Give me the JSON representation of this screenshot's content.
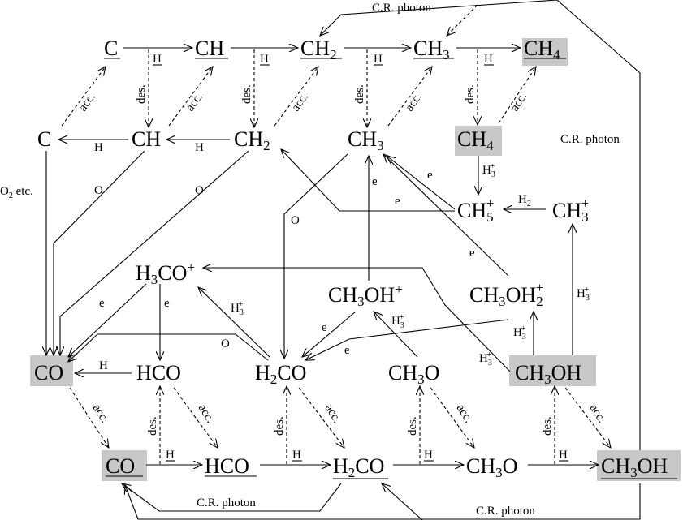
{
  "species": {
    "s_C": "C",
    "s_CH": "CH",
    "s_CH2_base": "CH",
    "s_CH2_sub": "2",
    "s_CH3_base": "CH",
    "s_CH3_sub": "3",
    "s_CH4_base": "CH",
    "s_CH4_sub": "4",
    "g_C": "C",
    "g_CH": "CH",
    "g_CH2_base": "CH",
    "g_CH2_sub": "2",
    "g_CH3_base": "CH",
    "g_CH3_sub": "3",
    "g_CH4_base": "CH",
    "g_CH4_sub": "4",
    "CH5_base": "CH",
    "CH5_sub": "5",
    "CH5_sup": "+",
    "CH3p_base": "CH",
    "CH3p_sub": "3",
    "CH3p_sup": "+",
    "H3CO_a": "H",
    "H3CO_sub": "3",
    "H3CO_b": "CO",
    "H3CO_sup": "+",
    "CH3OHp_a": "CH",
    "CH3OHp_sub": "3",
    "CH3OHp_b": "OH",
    "CH3OHp_sup": "+",
    "CH3OH2_a": "CH",
    "CH3OH2_sub1": "3",
    "CH3OH2_b": "OH",
    "CH3OH2_sub2": "2",
    "CH3OH2_sup": "+",
    "g_CO": "CO",
    "g_HCO": "HCO",
    "g_H2CO_a": "H",
    "g_H2CO_sub": "2",
    "g_H2CO_b": "CO",
    "g_CH3O_a": "CH",
    "g_CH3O_sub": "3",
    "g_CH3O_b": "O",
    "g_CH3OH_a": "CH",
    "g_CH3OH_sub": "3",
    "g_CH3OH_b": "OH",
    "s_CO": "CO",
    "s_HCO": "HCO",
    "s_H2CO_a": "H",
    "s_H2CO_sub": "2",
    "s_H2CO_b": "CO",
    "s_CH3O_a": "CH",
    "s_CH3O_sub": "3",
    "s_CH3O_b": "O",
    "s_CH3OH_a": "CH",
    "s_CH3OH_sub": "3",
    "s_CH3OH_b": "OH"
  },
  "labels": {
    "cr_photon": "C.R. photon",
    "H": "H",
    "des": "des.",
    "acc": "acc.",
    "O": "O",
    "e": "e",
    "H2_base": "H",
    "H2_sub": "2",
    "H3p_base": "H",
    "H3p_sub": "3",
    "H3p_sup": "+",
    "O2_base": "O",
    "O2_sub": "2",
    "O2_rest": " etc."
  },
  "colors": {
    "highlight": "#c8c8c8",
    "ink": "#000000"
  }
}
